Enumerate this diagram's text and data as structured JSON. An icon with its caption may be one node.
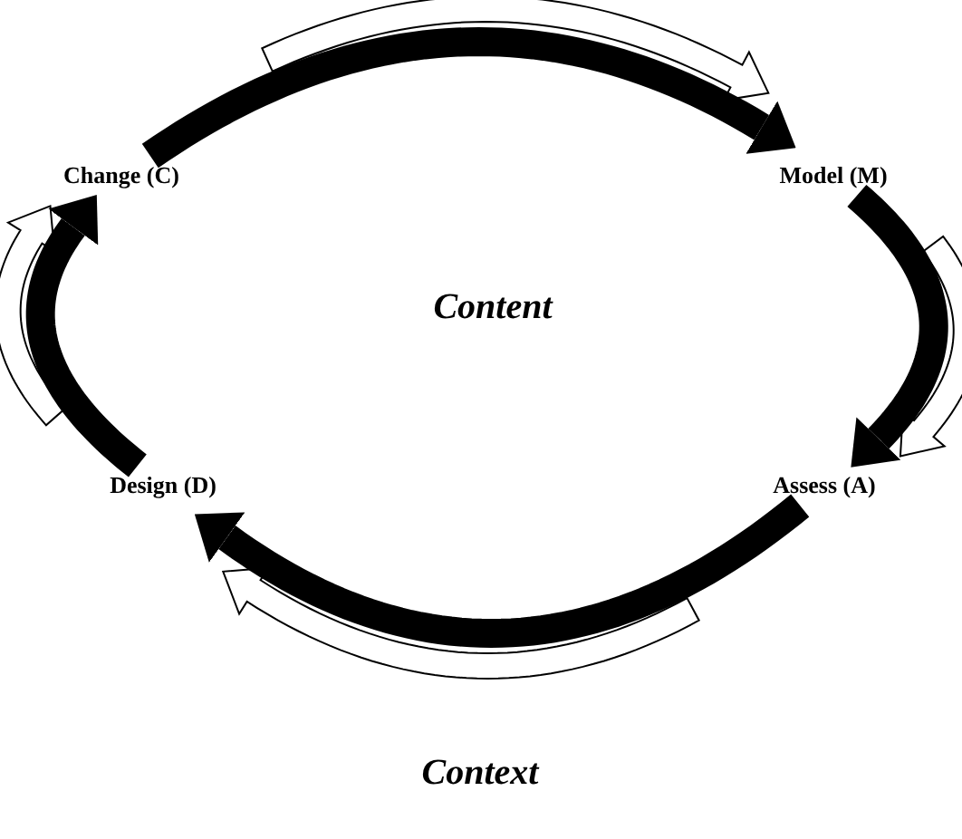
{
  "diagram": {
    "nodes": [
      {
        "text": [
          "Change (C)"
        ]
      },
      {
        "text": [
          "Model (M)"
        ]
      },
      {
        "text": [
          "Assess (A)"
        ]
      },
      {
        "text": [
          "Design (D)"
        ]
      }
    ],
    "edges": [
      {
        "from": 0,
        "to": 1,
        "arrow": "to"
      },
      {
        "from": 1,
        "to": 2,
        "arrow": "to"
      },
      {
        "from": 2,
        "to": 3,
        "arrow": "to"
      },
      {
        "from": 3,
        "to": 0,
        "arrow": "to"
      }
    ],
    "labels": [
      "Content",
      "Context"
    ]
  }
}
